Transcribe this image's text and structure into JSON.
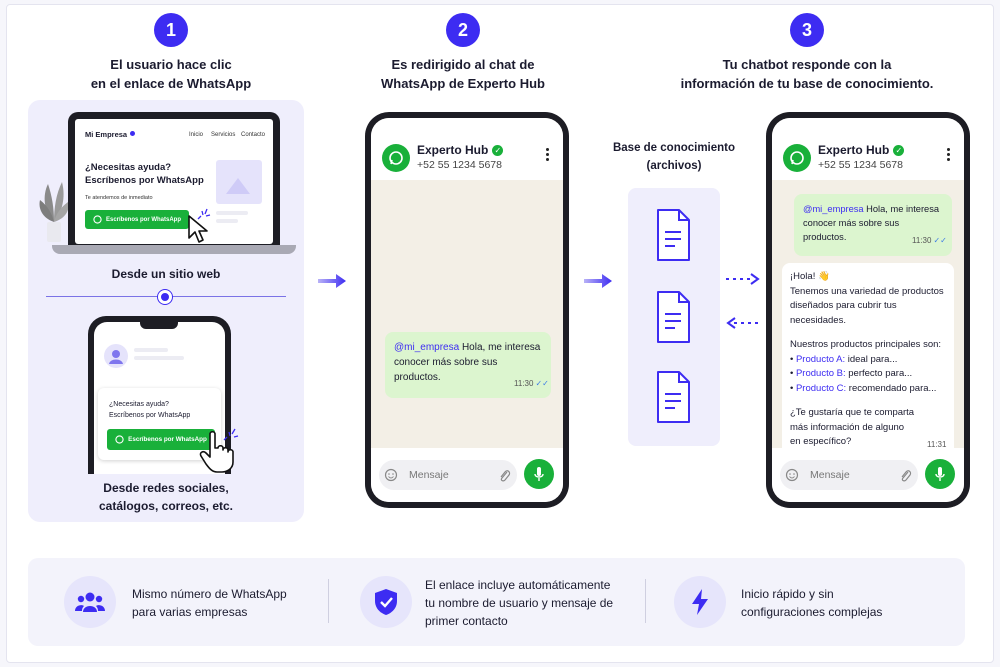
{
  "steps": [
    {
      "number": "1",
      "title_line1": "El usuario hace clic",
      "title_line2": "en el enlace de WhatsApp"
    },
    {
      "number": "2",
      "title_line1": "Es redirigido al chat de",
      "title_line2": "WhatsApp de Experto Hub"
    },
    {
      "number": "3",
      "title_line1": "Tu chatbot responde con la",
      "title_line2": "información de tu base de conocimiento."
    }
  ],
  "website": {
    "brand": "Mi Empresa",
    "nav": [
      "Inicio",
      "Servicios",
      "Contacto"
    ],
    "headline_line1": "¿Necesitas ayuda?",
    "headline_line2": "Escríbenos por WhatsApp",
    "subtext": "Te atendemos de inmediato",
    "button": "Escríbenos por WhatsApp",
    "caption": "Desde un sitio web"
  },
  "social": {
    "headline_line1": "¿Necesitas ayuda?",
    "headline_line2": "Escríbenos por WhatsApp",
    "button": "Escríbenos por WhatsApp",
    "caption_line1": "Desde redes sociales,",
    "caption_line2": "catálogos, correos, etc."
  },
  "chat": {
    "contact_name": "Experto Hub",
    "contact_phone": "+52 55 1234 5678",
    "mention": "@mi_empresa",
    "user_message_rest": " Hola, me interesa",
    "user_message_line2": "conocer más sobre sus productos.",
    "user_time": "11:30",
    "input_placeholder": "Mensaje"
  },
  "knowledge": {
    "label_line1": "Base de conocimiento",
    "label_line2": "(archivos)"
  },
  "bot_reply": {
    "greeting": "¡Hola! 👋",
    "line1": "Tenemos una variedad de productos",
    "line2": "diseñados para cubrir tus necesidades.",
    "line3": "Nuestros productos principales son:",
    "products": [
      {
        "name": "Producto A:",
        "desc": " ideal para..."
      },
      {
        "name": "Producto B:",
        "desc": " perfecto para..."
      },
      {
        "name": "Producto C:",
        "desc": " recomendado para..."
      }
    ],
    "question_line1": "¿Te gustaría que te comparta",
    "question_line2": "más información de alguno",
    "question_line3": "en específico?",
    "time": "11:31"
  },
  "features": [
    {
      "icon": "users-icon",
      "line1": "Mismo número de WhatsApp",
      "line2": "para varias empresas",
      "line3": ""
    },
    {
      "icon": "shield-check-icon",
      "line1": "El enlace incluye automáticamente",
      "line2": "tu nombre de usuario y mensaje de",
      "line3": "primer contacto"
    },
    {
      "icon": "lightning-icon",
      "line1": "Inicio rápido y sin",
      "line2": "configuraciones complejas",
      "line3": ""
    }
  ],
  "colors": {
    "accent": "#3d2cf2",
    "whatsapp_green": "#19b03a",
    "bubble_green": "#dcf5cf",
    "panel": "#efeefc"
  }
}
